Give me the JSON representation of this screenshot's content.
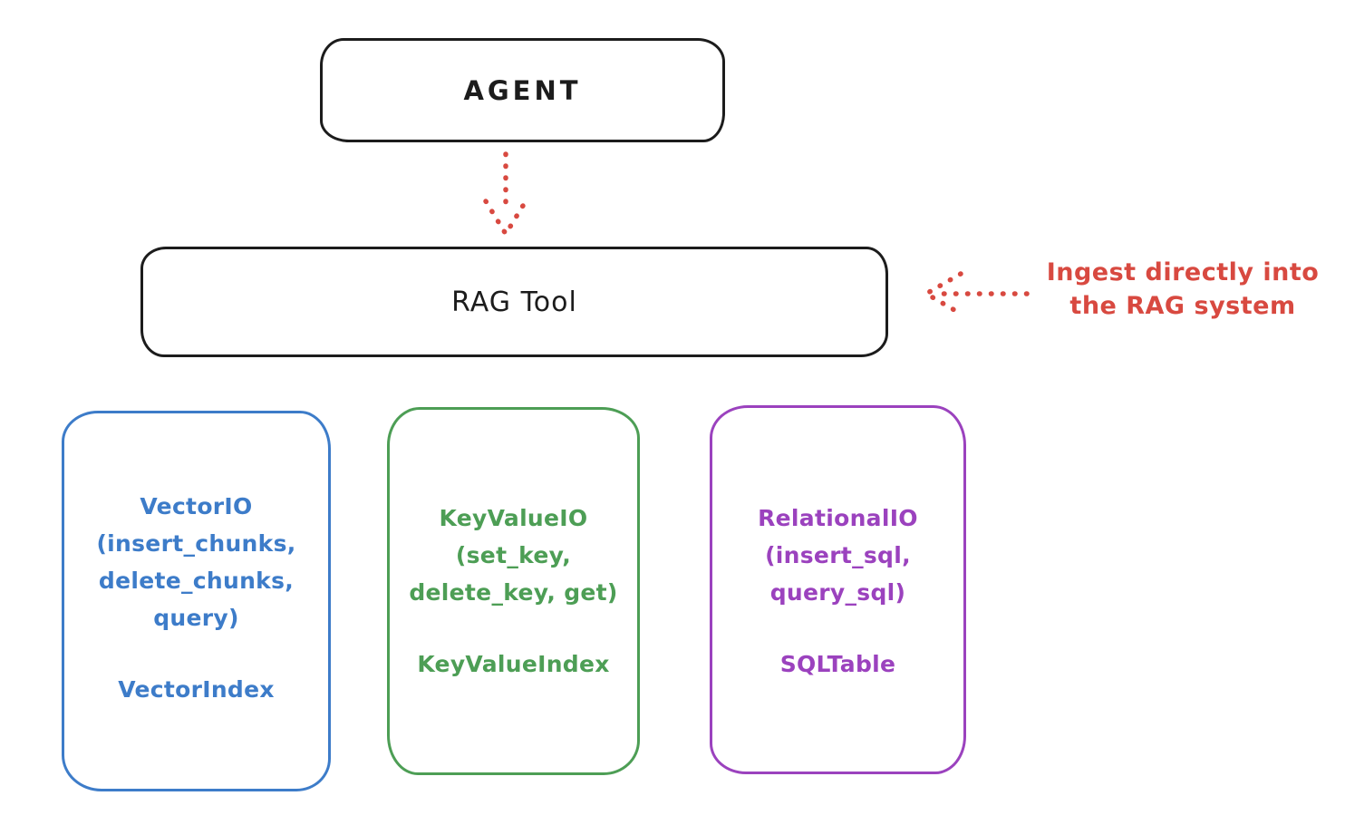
{
  "nodes": {
    "agent": {
      "label": "AGENT"
    },
    "rag_tool": {
      "label": "RAG Tool"
    }
  },
  "annotation": {
    "line1": "Ingest directly into",
    "line2": "the RAG system"
  },
  "backends": [
    {
      "name": "vector-io",
      "color": "#3d7cc9",
      "lines": [
        "VectorIO",
        "(insert_chunks,",
        "delete_chunks,",
        "query)"
      ],
      "index_label": "VectorIndex"
    },
    {
      "name": "key-value-io",
      "color": "#4d9e55",
      "lines": [
        "KeyValueIO",
        "(set_key,",
        "delete_key, get)"
      ],
      "index_label": "KeyValueIndex"
    },
    {
      "name": "relational-io",
      "color": "#9b42be",
      "lines": [
        "RelationalIO",
        "(insert_sql,",
        "query_sql)"
      ],
      "index_label": "SQLTable"
    }
  ],
  "icons": {
    "down_arrow": "dotted-down-arrow",
    "left_arrow": "dotted-left-arrow"
  },
  "colors": {
    "ink": "#1c1c1c",
    "red_accent": "#d84940",
    "blue": "#3d7cc9",
    "green": "#4d9e55",
    "purple": "#9b42be",
    "background": "#ffffff"
  }
}
